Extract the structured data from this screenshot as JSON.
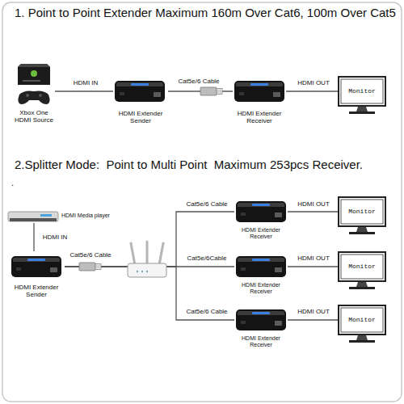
{
  "diagram": {
    "title": "1. Point to Point Extender Maximum 160m Over Cat6, 100m Over Cat5",
    "nodes": [
      {
        "text": [
          "Xbox One HDMI Source"
        ]
      },
      {
        "text": [
          "HDMI Extender Sender"
        ]
      },
      {
        "text": [
          "HDMI Extender Receiver"
        ]
      },
      {
        "text": [
          "Monitor"
        ]
      },
      {
        "text": [
          "HDMI Media player"
        ]
      },
      {
        "text": [
          "HDMI Extender Sender"
        ]
      },
      {
        "text": [
          "HDMI Extender Receiver"
        ]
      },
      {
        "text": [
          "Monitor"
        ]
      },
      {
        "text": [
          "HDMI Extender Receiver"
        ]
      },
      {
        "text": [
          "Monitor"
        ]
      },
      {
        "text": [
          "HDMI Extender Receiver"
        ]
      },
      {
        "text": [
          "Monitor"
        ]
      }
    ],
    "edges": [
      {
        "from": 0,
        "to": 1,
        "label": "HDMI IN",
        "arrow": "none"
      },
      {
        "from": 1,
        "to": 2,
        "label": "Cat5e/6 Cable",
        "arrow": "none"
      },
      {
        "from": 2,
        "to": 3,
        "label": "HDMI OUT",
        "arrow": "none"
      },
      {
        "from": 4,
        "to": 5,
        "label": "HDMI IN",
        "arrow": "none"
      },
      {
        "from": 5,
        "to": 6,
        "label": "Cat5e/6 Cable",
        "arrow": "none"
      },
      {
        "from": 5,
        "to": 8,
        "label": "Cat5e/6Cable",
        "arrow": "none"
      },
      {
        "from": 5,
        "to": 10,
        "label": "Cat5e/6 Cable",
        "arrow": "none"
      },
      {
        "from": 6,
        "to": 7,
        "label": "HDMI OUT",
        "arrow": "none"
      },
      {
        "from": 8,
        "to": 9,
        "label": "HDMI OUT",
        "arrow": "none"
      },
      {
        "from": 10,
        "to": 11,
        "label": "HDMI OUT",
        "arrow": "none"
      }
    ],
    "labels": [
      "2.Splitter Mode:  Point to Multi Point  Maximum 253pcs Receiver.",
      ".",
      "Cat5e/6 Cable"
    ]
  }
}
